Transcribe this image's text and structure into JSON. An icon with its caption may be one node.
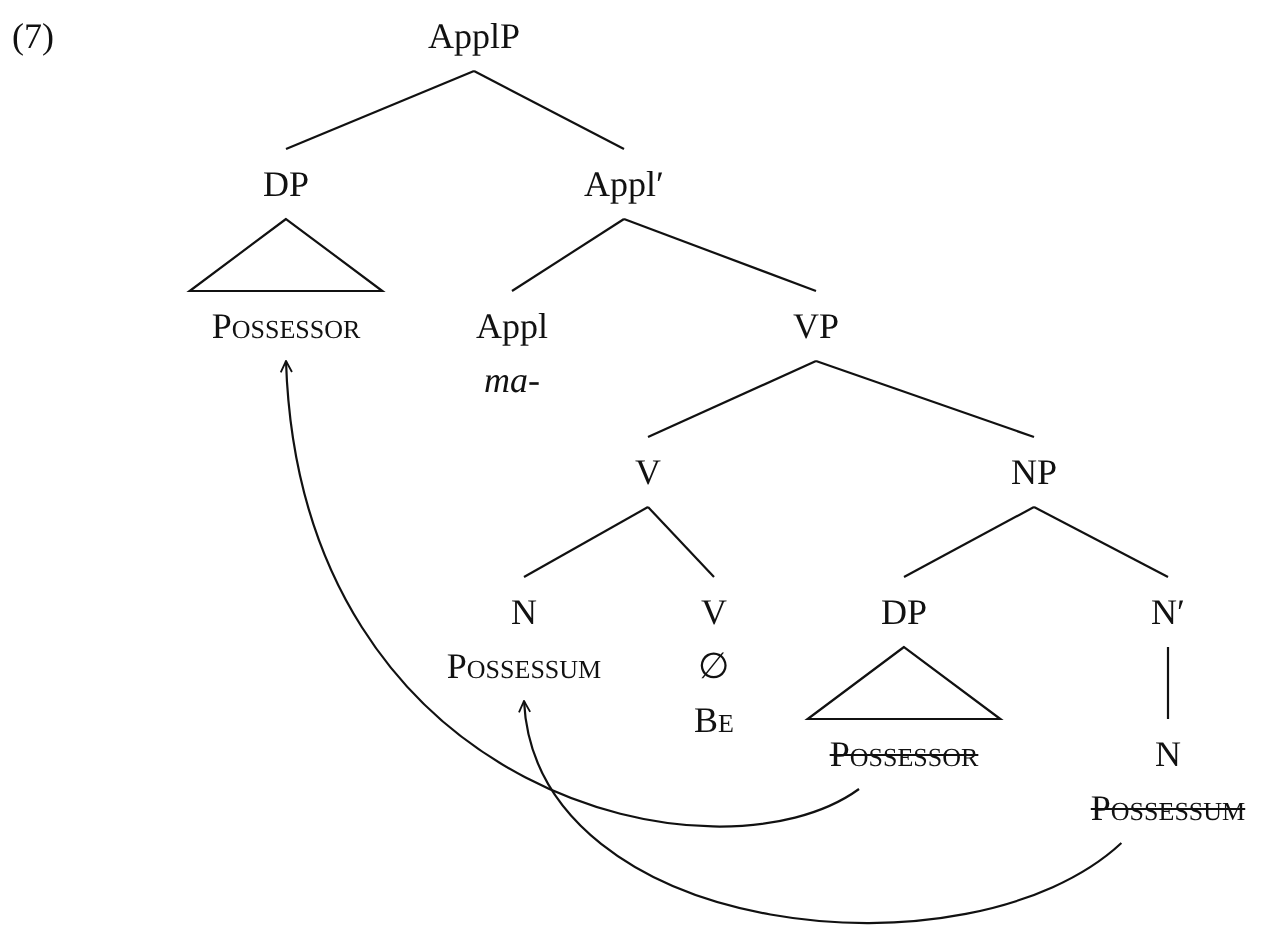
{
  "diagram": {
    "nodes": [
      {
        "text": [
          "ApplP"
        ]
      },
      {
        "text": [
          "DP"
        ]
      },
      {
        "text": [
          "Appl′"
        ]
      },
      {
        "text": [
          "Possessor"
        ]
      },
      {
        "text": [
          "Appl",
          "ma-"
        ]
      },
      {
        "text": [
          "VP"
        ]
      },
      {
        "text": [
          "V"
        ]
      },
      {
        "text": [
          "NP"
        ]
      },
      {
        "text": [
          "N",
          "Possessum"
        ]
      },
      {
        "text": [
          "V",
          "∅",
          "Be"
        ]
      },
      {
        "text": [
          "DP"
        ]
      },
      {
        "text": [
          "N′"
        ]
      },
      {
        "text": [
          "Possessor"
        ]
      },
      {
        "text": [
          "N",
          "Possessum"
        ]
      }
    ],
    "edges": [
      {
        "from": 0,
        "to": 1,
        "arrow": "none"
      },
      {
        "from": 0,
        "to": 2,
        "arrow": "none"
      },
      {
        "from": 1,
        "to": 3,
        "arrow": "none"
      },
      {
        "from": 2,
        "to": 4,
        "arrow": "none"
      },
      {
        "from": 2,
        "to": 5,
        "arrow": "none"
      },
      {
        "from": 5,
        "to": 6,
        "arrow": "none"
      },
      {
        "from": 5,
        "to": 7,
        "arrow": "none"
      },
      {
        "from": 6,
        "to": 8,
        "arrow": "none"
      },
      {
        "from": 6,
        "to": 9,
        "arrow": "none"
      },
      {
        "from": 7,
        "to": 10,
        "arrow": "none"
      },
      {
        "from": 7,
        "to": 11,
        "arrow": "none"
      },
      {
        "from": 10,
        "to": 12,
        "arrow": "none"
      },
      {
        "from": 11,
        "to": 13,
        "arrow": "none"
      },
      {
        "from": 12,
        "to": 3,
        "arrow": "to"
      },
      {
        "from": 13,
        "to": 8,
        "arrow": "to"
      }
    ],
    "labels": [
      "(7)"
    ]
  }
}
